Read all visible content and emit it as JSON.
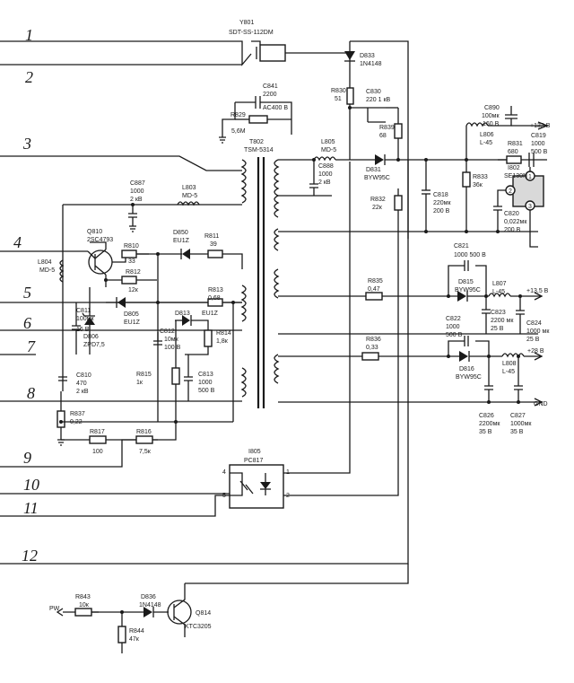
{
  "connectors": [
    "1",
    "2",
    "3",
    "4",
    "5",
    "6",
    "7",
    "8",
    "9",
    "10",
    "11",
    "12"
  ],
  "labels": {
    "Y801": "Y801",
    "Y801_v": "SDT-SS-112DM",
    "D833": "D833",
    "D833_v": "1N4148",
    "C841": "C841",
    "C841_v1": "2200",
    "C841_v2": "AC400 B",
    "R829": "R829",
    "R829_v": "5,6M",
    "R830": "R830",
    "R830_v": "51",
    "C830": "C830",
    "C830_v": "220 1 кB",
    "R839": "R839",
    "R839_v": "68",
    "T802": "T802",
    "T802_v": "TSM-5314",
    "C890": "C890",
    "C890_v1": "100мк",
    "C890_v2": "160 B",
    "V132": "+132 B",
    "L806": "L806",
    "L806_v": "L-45",
    "R831": "R831",
    "R831_v": "680",
    "C819": "C819",
    "C819_v1": "1000",
    "C819_v2": "500 B",
    "L805": "L805",
    "L805_v": "MD-5",
    "C888": "C888",
    "C888_v1": "1000",
    "C888_v2": "2 кB",
    "D831": "D831",
    "D831_v": "BYW95C",
    "I802": "I802",
    "I802_v": "SE130N",
    "C887": "C887",
    "C887_v1": "1000",
    "C887_v2": "2 кB",
    "L803": "L803",
    "L803_v": "MD-5",
    "R833": "R833",
    "R833_v": "36к",
    "C818": "C818",
    "C818_v1": "220мк",
    "C818_v2": "200 B",
    "R832": "R832",
    "R832_v": "22к",
    "C820": "C820",
    "C820_v1": "0,022мк",
    "C820_v2": "200 B",
    "Q810": "Q810",
    "Q810_v": "2SC4793",
    "D850": "D850",
    "D850_v": "EU1Z",
    "R811": "R811",
    "R811_v": "39",
    "R810": "R810",
    "R810_v": "33",
    "C821": "C821",
    "C821_v": "1000 500 B",
    "L804": "L804",
    "L804_v": "MD-5",
    "R812": "R812",
    "R812_v": "12к",
    "R835": "R835",
    "R835_v": "0,47",
    "D815": "D815",
    "D815_v": "BYW95C",
    "L807": "L807",
    "L807_v": "L-45",
    "V135": "+13,5 B",
    "R813": "R813",
    "R813_v": "0,68",
    "C811": "C811",
    "C811_v1": "100мк",
    "C811_v2": "16 B",
    "D805": "D805",
    "D805_v": "EU1Z",
    "D813": "D813",
    "D813_v": "EU1Z",
    "C822": "C822",
    "C822_v1": "1000",
    "C822_v2": "500 B",
    "C823": "C823",
    "C823_v1": "2200 мк",
    "C823_v2": "25 B",
    "C824": "C824",
    "C824_v1": "1000 мк",
    "C824_v2": "25 B",
    "D806": "D806",
    "D806_v": "ZPD7,5",
    "C812": "C812",
    "C812_v1": "10мк",
    "C812_v2": "100 B",
    "R814": "R814",
    "R814_v": "1,8к",
    "R836": "R836",
    "R836_v": "0,33",
    "V28": "+28 B",
    "R815": "R815",
    "R815_v": "1к",
    "C810": "C810",
    "C810_v1": "470",
    "C810_v2": "2 кB",
    "C813": "C813",
    "C813_v1": "1000",
    "C813_v2": "500 B",
    "D816": "D816",
    "D816_v": "BYW95C",
    "L808": "L808",
    "L808_v": "L-45",
    "GND": "GND",
    "C826": "C826",
    "C826_v1": "2200мк",
    "C826_v2": "35 B",
    "C827": "C827",
    "C827_v1": "1000мк",
    "C827_v2": "35 B",
    "R837": "R837",
    "R837_v": "0,22",
    "R817": "R817",
    "R817_v": "100",
    "R816": "R816",
    "R816_v": "7,5к",
    "I805": "I805",
    "I805_v": "PC817",
    "R843": "R843",
    "R843_v": "10к",
    "D836": "D836",
    "D836_v": "1N4148",
    "Q814": "Q814",
    "Q814_v": "KTC3205",
    "PW": "PW",
    "R844": "R844",
    "R844_v": "47к"
  },
  "pins": {
    "p4": "4",
    "p5": "5",
    "p1": "1",
    "p2": "2",
    "i1": "1",
    "i2": "2",
    "i3": "3"
  }
}
